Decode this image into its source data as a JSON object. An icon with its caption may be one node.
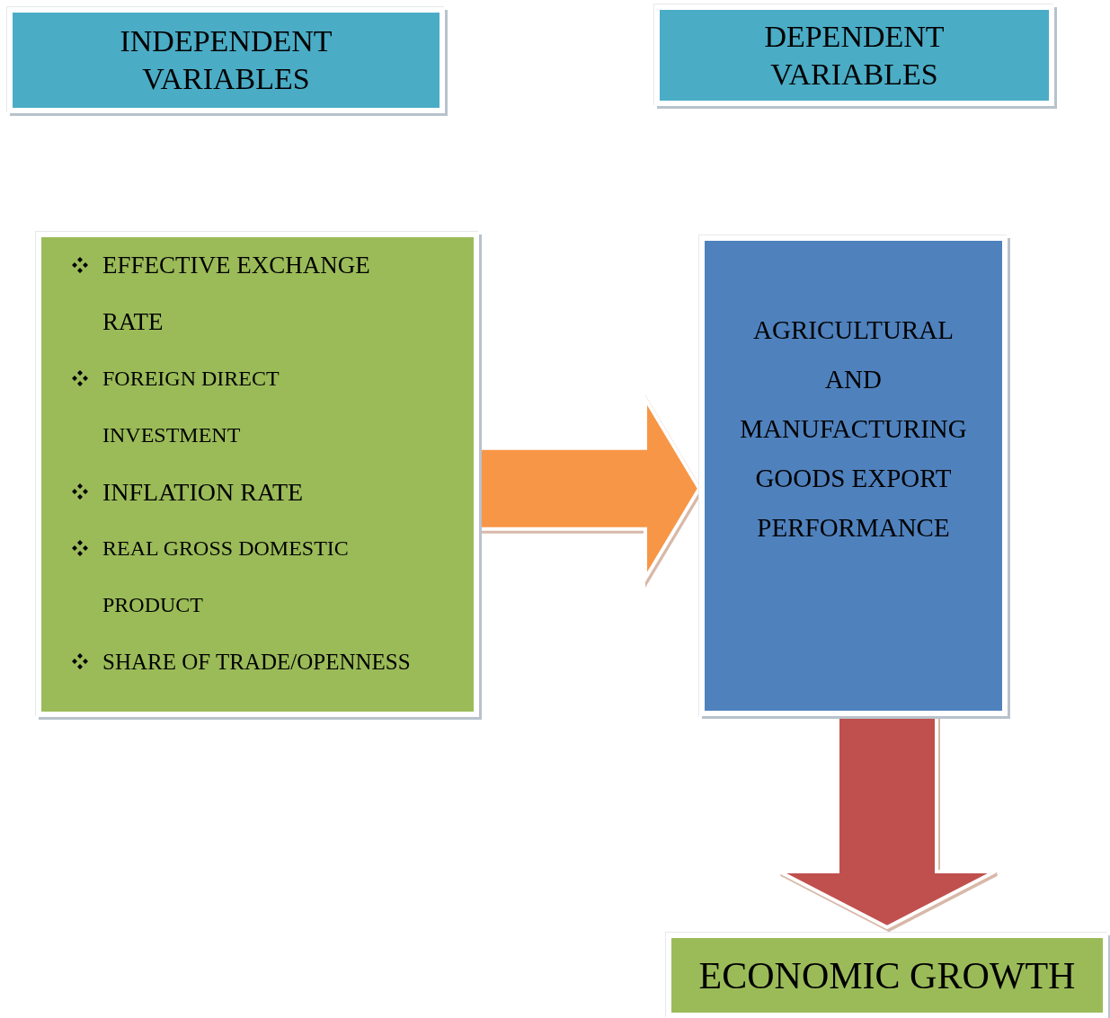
{
  "diagram": {
    "nodes": [
      {
        "text": [
          "INDEPENDENT VARIABLES"
        ]
      },
      {
        "text": [
          "DEPENDENT VARIABLES"
        ]
      },
      {
        "text": [
          "EFFECTIVE EXCHANGE RATE",
          "FOREIGN DIRECT INVESTMENT",
          "INFLATION RATE",
          "REAL GROSS DOMESTIC PRODUCT",
          "SHARE OF TRADE/OPENNESS"
        ]
      },
      {
        "text": [
          "AGRICULTURAL AND MANUFACTURING GOODS EXPORT PERFORMANCE"
        ]
      },
      {
        "text": [
          "ECONOMIC GROWTH"
        ]
      }
    ],
    "edges": [
      {
        "from": 2,
        "to": 3,
        "arrow": "to",
        "style": "thick",
        "color": "#f79646"
      },
      {
        "from": 3,
        "to": 4,
        "arrow": "to",
        "style": "thick",
        "color": "#c0504d"
      }
    ]
  }
}
